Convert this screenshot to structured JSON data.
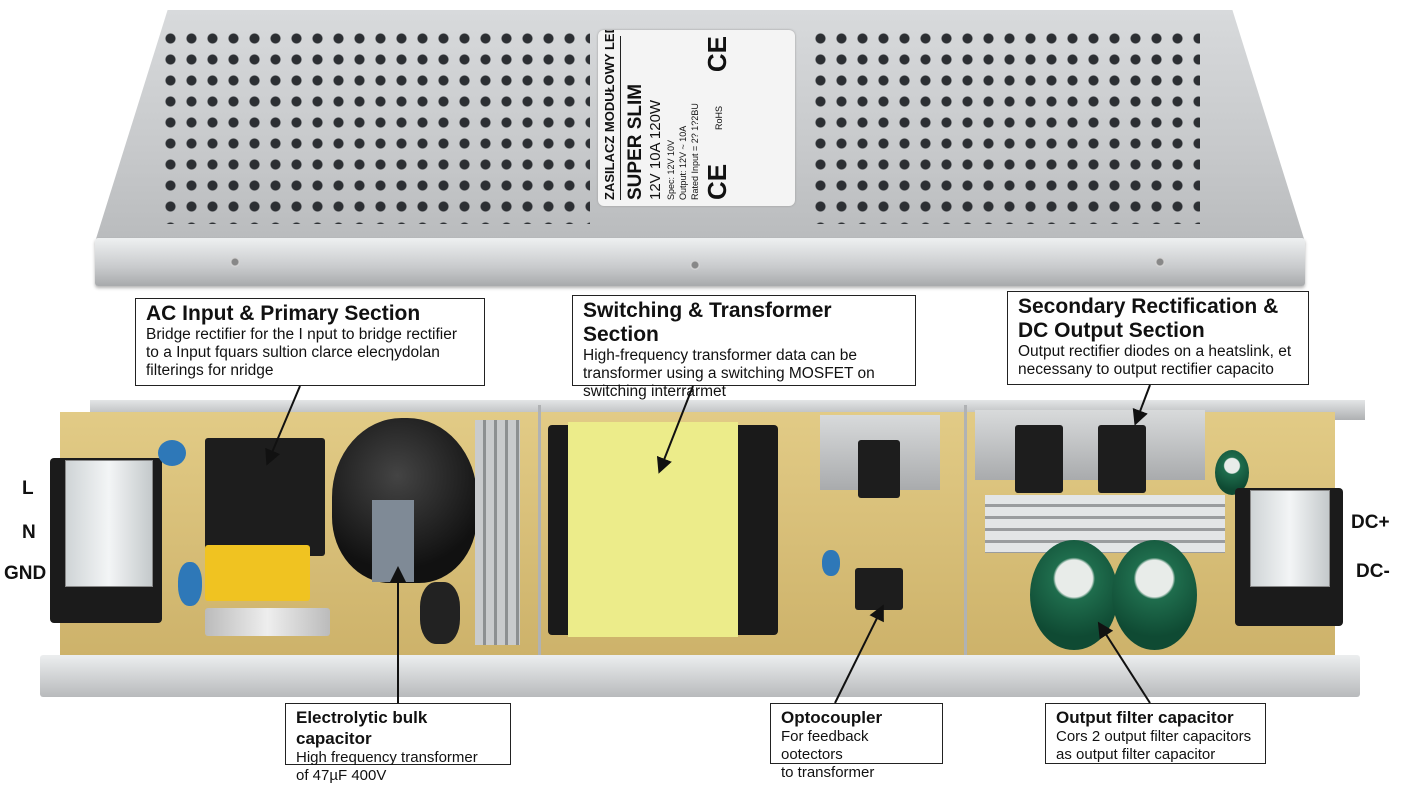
{
  "case_label": {
    "line1": "ZASILACZ MODUŁOWY LED",
    "line2": "SUPER SLIM",
    "line3": "12V 10A 120W",
    "line4": "Spec: 12V 10V",
    "line5": "Output: 12V ~ 10A",
    "line6": "Rated Input = 2? 1?2BU",
    "mark_ce": "CE",
    "mark_rohs": "RoHS"
  },
  "terminals": {
    "input": [
      "L",
      "N",
      "GND"
    ],
    "output": [
      "DC+",
      "DC-"
    ]
  },
  "callouts": {
    "ac_input": {
      "title": "AC Input & Primary Section",
      "lines": [
        "Bridge rectifier for the I nput to  bridge rectifier",
        "to a Input fquars sultion clarce elecηydolan",
        "filterings for nridge"
      ]
    },
    "switching": {
      "title": "Switching & Transformer Section",
      "lines": [
        "High-frequency transformer data can be",
        "transformer using a switching MOSFET on",
        "switching interrarmet"
      ]
    },
    "secondary": {
      "title_line1": "Secondary Rectification &",
      "title_line2": "DC Output Section",
      "lines": [
        "Output rectifier diodes on a heatslink, et",
        "necessany to output rectifier capacito"
      ]
    },
    "bulk_cap": {
      "title": "Electrolytic bulk capacitor",
      "lines": [
        "High frequency transformer",
        "of 47µF 400V"
      ]
    },
    "optocoupler": {
      "title": "Optocoupler",
      "lines": [
        "For feedback ootectors",
        "to transformer"
      ]
    },
    "output_cap": {
      "title": "Output filter capacitor",
      "lines": [
        "Cors 2 output filter capacitors",
        "as output filter capacitor"
      ]
    }
  },
  "colors": {
    "pcb": "#d9c07a",
    "case": "#c8cacc",
    "transformer_core": "#ecec8a",
    "output_caps": "#1f6d4d"
  }
}
